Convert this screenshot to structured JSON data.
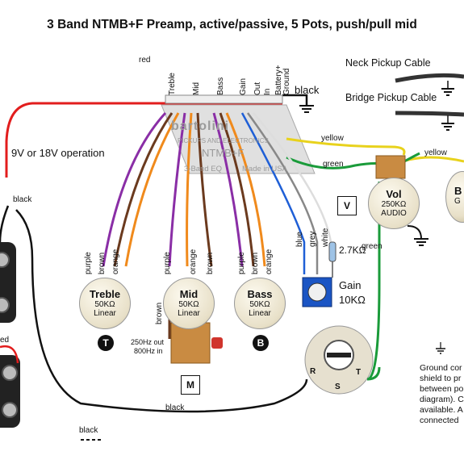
{
  "title": "3 Band NTMB+F Preamp, active/passive, 5 Pots, push/pull mid",
  "preamp": {
    "brand": "bartolini",
    "subtitle": "PICKUPS AND ELECTRONICS",
    "model": "NTMB+F",
    "eq": "3-Band EQ",
    "made": "Made in USA",
    "header_labels": [
      "Treble",
      "Mid",
      "Bass",
      "Gain",
      "Out",
      "In",
      "Battery+",
      "Ground"
    ]
  },
  "wires": {
    "red": "red",
    "black_top": "black",
    "yellow1": "yellow",
    "yellow2": "yellow",
    "green_top": "green",
    "green_bottom": "green",
    "black_left": "black",
    "black_bottom": "black",
    "black_bottom2": "black",
    "red_left": "ed",
    "blue": "blue",
    "grey": "grey",
    "white": "white"
  },
  "power": "9V or 18V operation",
  "cables": {
    "neck": "Neck Pickup Cable",
    "bridge": "Bridge Pickup Cable"
  },
  "pots": [
    {
      "name": "Treble",
      "value": "50KΩ",
      "taper": "Linear",
      "symbol": "T",
      "wires": [
        "purple",
        "brown",
        "orange"
      ]
    },
    {
      "name": "Mid",
      "value": "50KΩ",
      "taper": "Linear",
      "symbol": "",
      "wires": [
        "purple",
        "orange",
        "brown"
      ]
    },
    {
      "name": "Bass",
      "value": "50KΩ",
      "taper": "Linear",
      "symbol": "B",
      "wires": [
        "purple",
        "brown",
        "orange"
      ]
    },
    {
      "name": "Vol",
      "value": "250KΩ",
      "taper": "AUDIO",
      "symbol": "V",
      "wires": []
    }
  ],
  "mid_switch": {
    "wire_brown": "brown",
    "label1": "250Hz out",
    "label2": "800Hz in",
    "symbol": "M"
  },
  "gain": {
    "label": "Gain",
    "value": "10KΩ",
    "resistor": "2.7KΩ"
  },
  "jack_labels": [
    "R",
    "S",
    "T"
  ],
  "ground_note": [
    "Ground cor",
    "shield to pr",
    "between po",
    "diagram).  C",
    "available.  A",
    "connected"
  ],
  "partial_pot": {
    "name": "B",
    "value": "G"
  }
}
